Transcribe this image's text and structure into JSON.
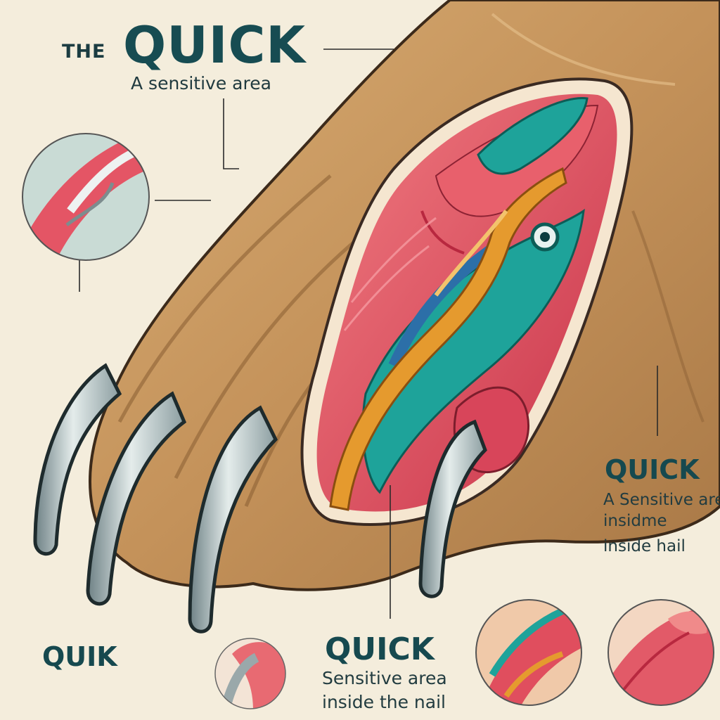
{
  "title": {
    "prefix": "THE",
    "main": "QUICK",
    "subtitle": "A sensitive area"
  },
  "right_label": {
    "heading": "QUICK",
    "line1": "A Sensitive area",
    "line2": "insidme",
    "line3": "inside hail"
  },
  "left_label": {
    "heading": "QUIK"
  },
  "bottom_label": {
    "heading": "QUICK",
    "line1": "Sensitive area",
    "line2": "inside the nail"
  },
  "colors": {
    "background": "#f4eddc",
    "fur": "#c99a62",
    "claw": "#a9b5b8",
    "muscle": "#e0505e",
    "teal_vessel": "#1ea39a",
    "blue_vessel": "#2c6fa8",
    "bone": "#e59a2e",
    "label_text": "#174c52"
  }
}
